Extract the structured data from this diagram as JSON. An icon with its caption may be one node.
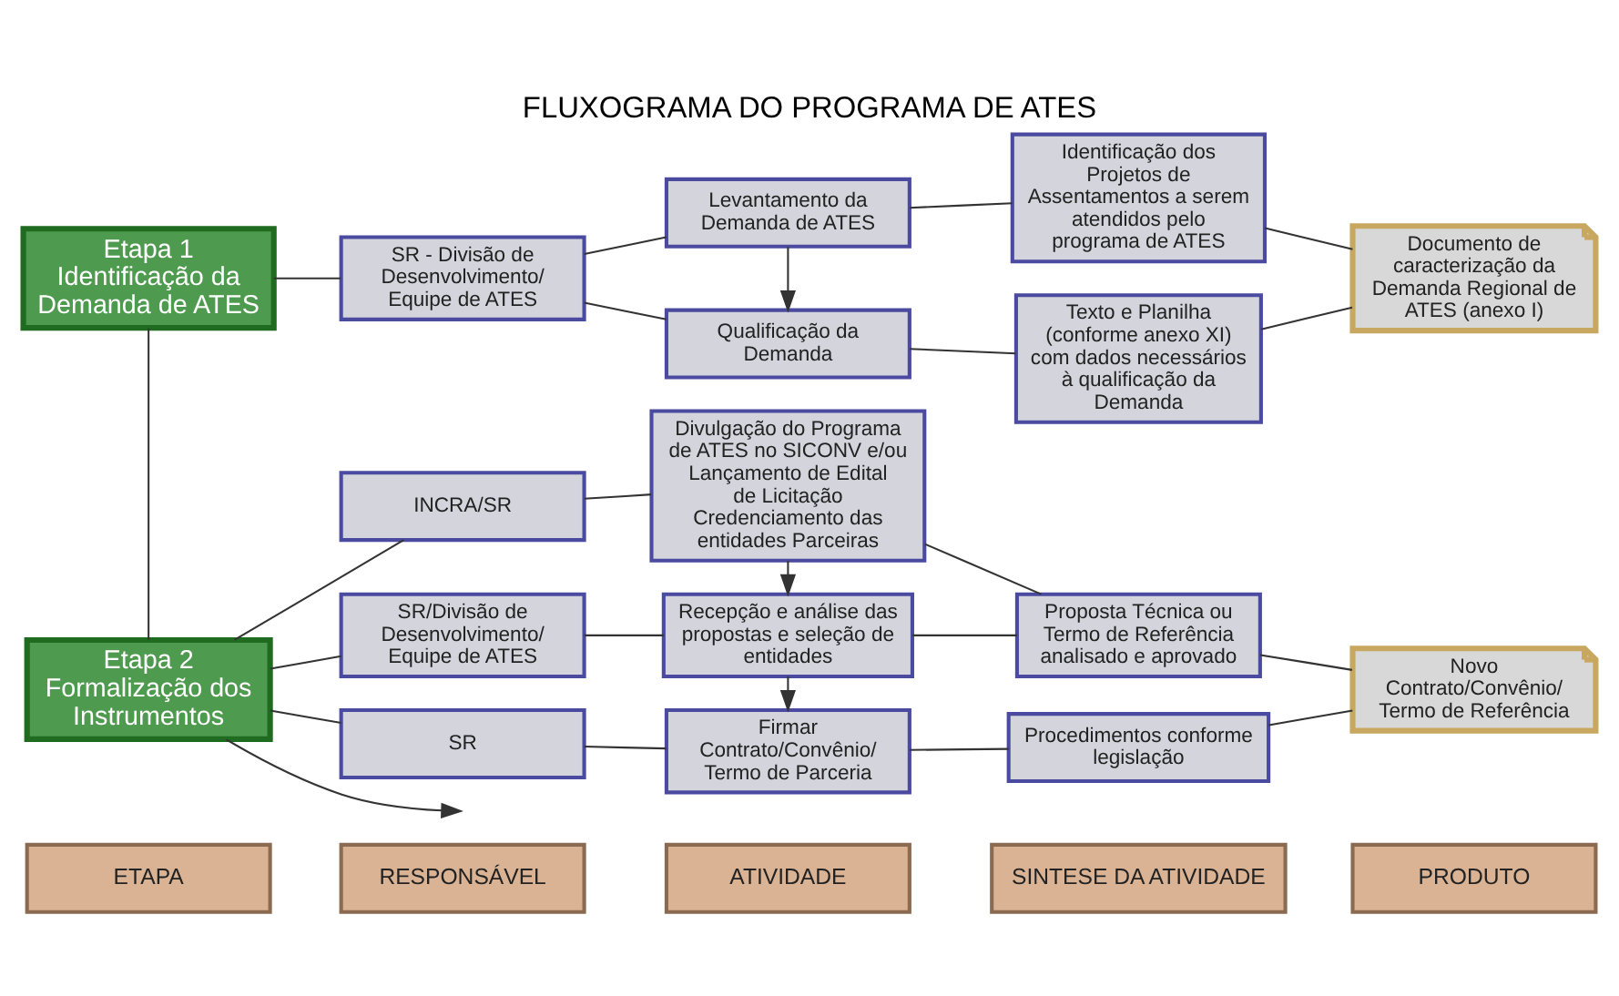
{
  "diagram": {
    "title": "FLUXOGRAMA DO PROGRAMA DE ATES",
    "nodes": [
      {
        "text": [
          "ETAPA"
        ]
      },
      {
        "text": [
          "RESPONSÁVEL"
        ]
      },
      {
        "text": [
          "ATIVIDADE"
        ]
      },
      {
        "text": [
          "SINTESE DA ATIVIDADE"
        ]
      },
      {
        "text": [
          "PRODUTO"
        ]
      },
      {
        "text": [
          "Etapa 1",
          "Identificação da Demanda de ATES"
        ]
      },
      {
        "text": [
          "SR - Divisão de Desenvolvimento/ Equipe de ATES"
        ]
      },
      {
        "text": [
          "Levantamento da Demanda de ATES"
        ]
      },
      {
        "text": [
          "Qualificação da Demanda"
        ]
      },
      {
        "text": [
          "Identificação dos Projetos de Assentamentos a serem atendidos pelo programa de ATES"
        ]
      },
      {
        "text": [
          "Texto e Planilha (conforme anexo XI) com dados necessários à qualificação da Demanda"
        ]
      },
      {
        "text": [
          "Documento de caracterização da Demanda Regional de ATES (anexo I)"
        ]
      },
      {
        "text": [
          "Etapa 2",
          "Formalização dos Instrumentos"
        ]
      },
      {
        "text": [
          "INCRA/SR"
        ]
      },
      {
        "text": [
          "SR/Divisão de Desenvolvimento/ Equipe de ATES"
        ]
      },
      {
        "text": [
          "SR"
        ]
      },
      {
        "text": [
          "Divulgação do Programa de ATES no SICONV e/ou Lançamento de Edital de Licitação Credenciamento das entidades Parceiras"
        ]
      },
      {
        "text": [
          "Recepção e análise das propostas e seleção de entidades"
        ]
      },
      {
        "text": [
          "Firmar Contrato/Convênio/ Termo de Parceria"
        ]
      },
      {
        "text": [
          "Proposta Técnica ou Termo de Referência analisado e aprovado"
        ]
      },
      {
        "text": [
          "Procedimentos conforme legislação"
        ]
      },
      {
        "text": [
          "Novo Contrato/Convênio/ Termo de Referência"
        ]
      }
    ],
    "edges": [
      {
        "from": 5,
        "to": 6,
        "arrow": "none"
      },
      {
        "from": 6,
        "to": 7,
        "arrow": "none"
      },
      {
        "from": 6,
        "to": 8,
        "arrow": "none"
      },
      {
        "from": 7,
        "to": 8,
        "arrow": "to"
      },
      {
        "from": 7,
        "to": 9,
        "arrow": "none"
      },
      {
        "from": 8,
        "to": 10,
        "arrow": "none"
      },
      {
        "from": 9,
        "to": 11,
        "arrow": "none"
      },
      {
        "from": 10,
        "to": 11,
        "arrow": "none"
      },
      {
        "from": 5,
        "to": 12,
        "arrow": "none"
      },
      {
        "from": 12,
        "to": null,
        "arrow": "to"
      },
      {
        "from": 12,
        "to": 13,
        "arrow": "none"
      },
      {
        "from": 12,
        "to": 14,
        "arrow": "none"
      },
      {
        "from": 12,
        "to": 15,
        "arrow": "none"
      },
      {
        "from": 13,
        "to": 16,
        "arrow": "none"
      },
      {
        "from": 14,
        "to": 17,
        "arrow": "none"
      },
      {
        "from": 15,
        "to": 18,
        "arrow": "none"
      },
      {
        "from": 16,
        "to": 17,
        "arrow": "to"
      },
      {
        "from": 17,
        "to": 18,
        "arrow": "to"
      },
      {
        "from": 16,
        "to": 19,
        "arrow": "none"
      },
      {
        "from": 17,
        "to": 19,
        "arrow": "none"
      },
      {
        "from": 18,
        "to": 20,
        "arrow": "none"
      },
      {
        "from": 19,
        "to": 21,
        "arrow": "none"
      },
      {
        "from": 20,
        "to": 21,
        "arrow": "none"
      }
    ]
  }
}
